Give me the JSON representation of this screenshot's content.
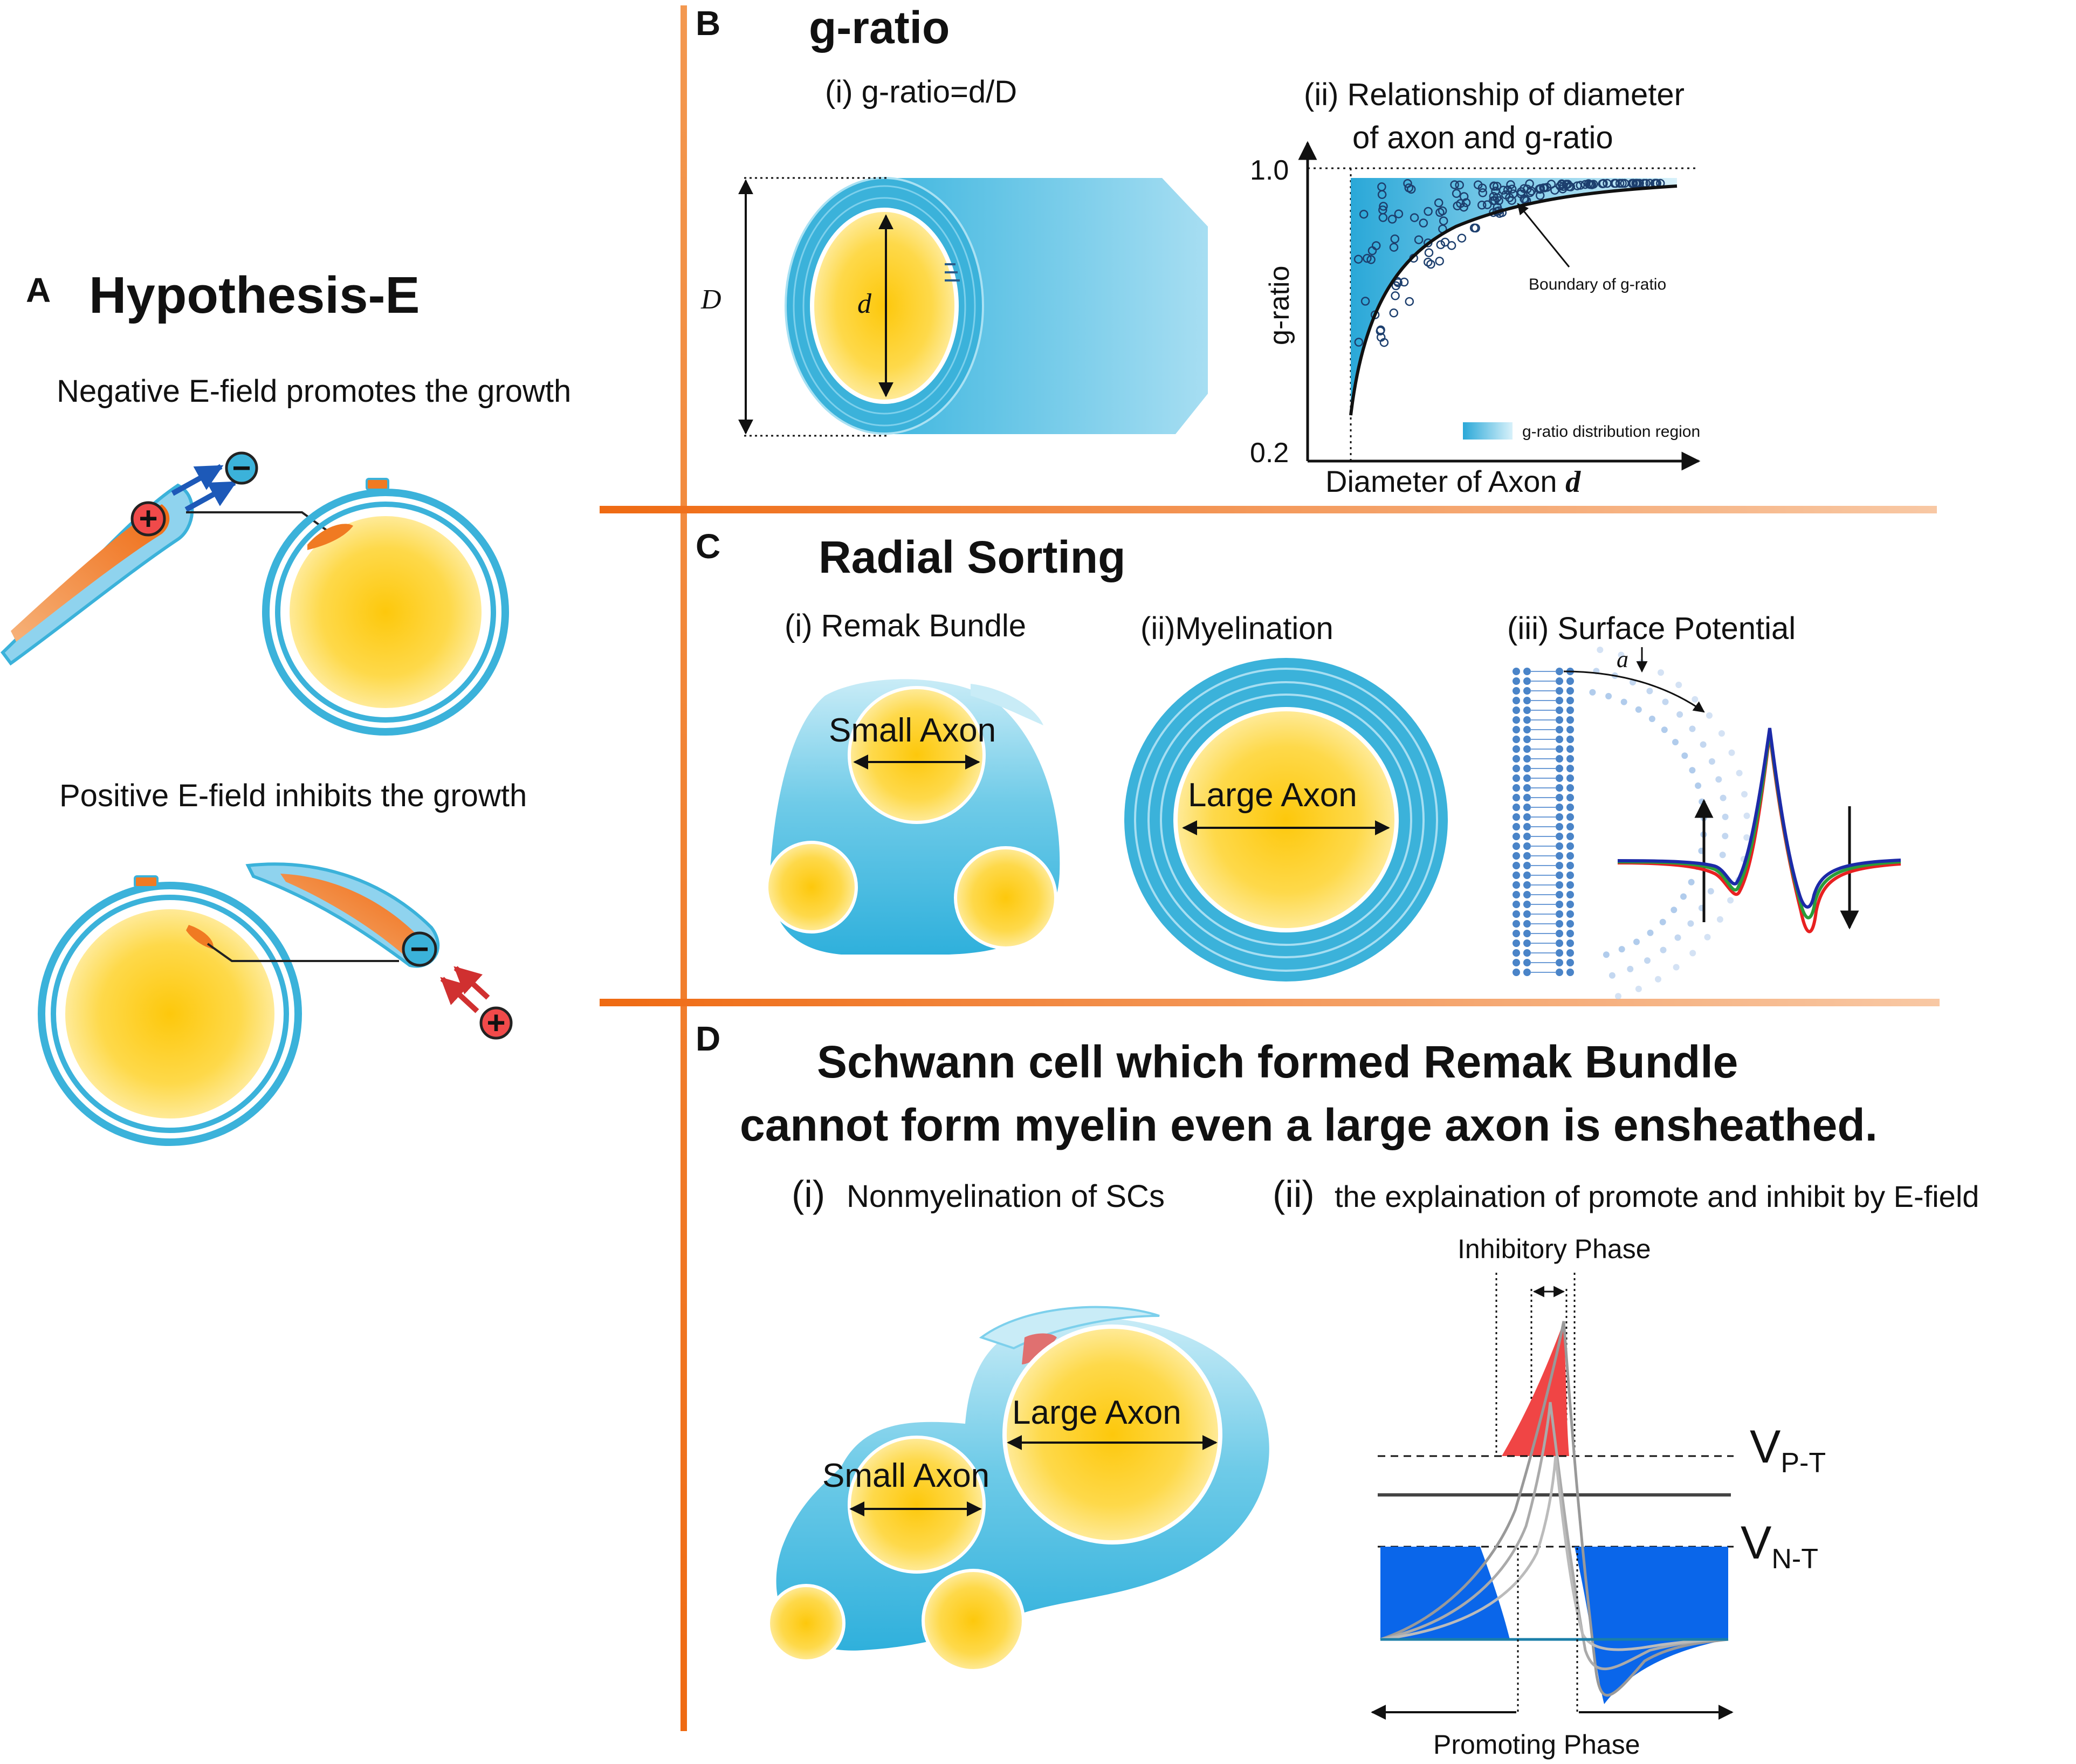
{
  "panel_a": {
    "letter": "A",
    "title": "Hypothesis-E",
    "caption_top": "Negative E-field promotes the growth",
    "caption_bottom": "Positive E-field inhibits the growth",
    "plus": "+",
    "minus": "−"
  },
  "panel_b": {
    "letter": "B",
    "title": "g-ratio",
    "sub_i": "(i) g-ratio=d/D",
    "label_D": "D",
    "label_d": "d",
    "sub_ii_line1": "(ii) Relationship of diameter",
    "sub_ii_line2": "of axon and g-ratio",
    "y_axis_label": "g-ratio",
    "x_axis_label": "Diameter of Axon ",
    "x_axis_var": "d",
    "tick_top": "1.0",
    "tick_bottom": "0.2",
    "boundary_label": "Boundary of g-ratio",
    "legend_label": "g-ratio distribution region"
  },
  "panel_c": {
    "letter": "C",
    "title": "Radial Sorting",
    "sub_i": "(i) Remak Bundle",
    "sub_ii": "(ii)Myelination",
    "sub_iii": "(iii) Surface Potential",
    "small_axon": "Small Axon",
    "large_axon": "Large Axon",
    "angle_label": "a"
  },
  "panel_d": {
    "letter": "D",
    "title_line1": "Schwann cell which formed Remak Bundle",
    "title_line2": "cannot  form myelin even a large axon is ensheathed.",
    "sub_i_num": "(i)",
    "sub_i": "Nonmyelination of SCs",
    "sub_ii_num": "(ii)",
    "sub_ii": "the explaination of promote and inhibit by E-field",
    "large_axon": "Large Axon",
    "small_axon": "Small Axon",
    "inhibitory": "Inhibitory Phase",
    "promoting": "Promoting Phase",
    "vpt_main": "V",
    "vpt_sub": "P-T",
    "vnt_main": "V",
    "vnt_sub": "N-T"
  },
  "colors": {
    "sheath_blue": "#3bb2da",
    "axon_yellow": "#fdd22a",
    "orange": "#f07a22",
    "red": "#f04040",
    "deep_blue": "#0a66ea"
  }
}
